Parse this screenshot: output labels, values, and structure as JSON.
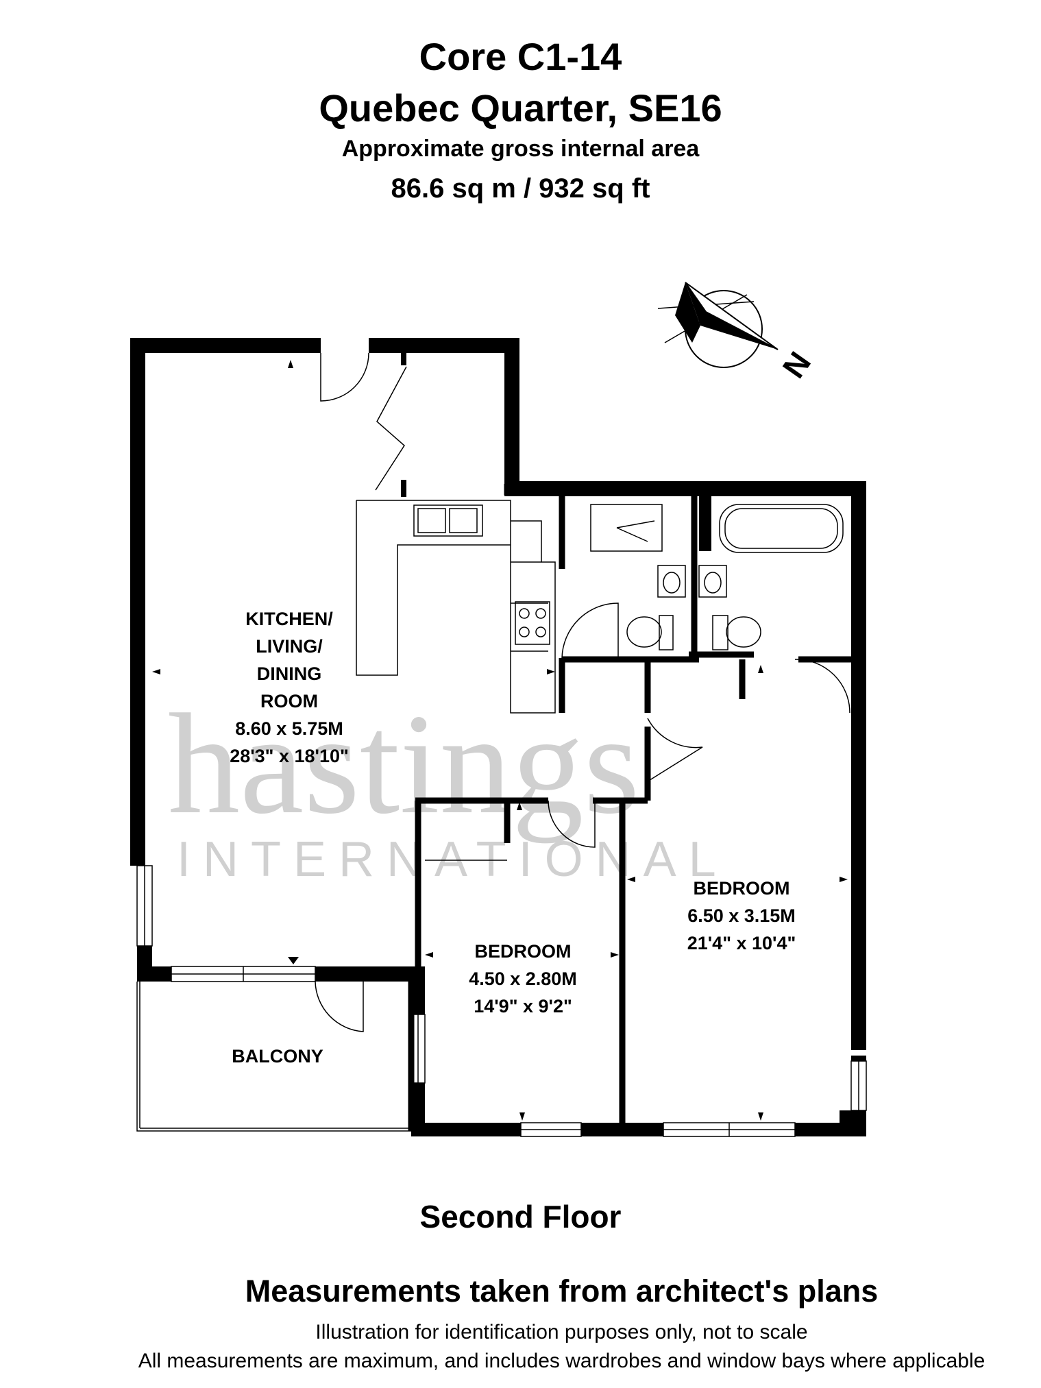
{
  "header": {
    "title": "Core C1-14",
    "subtitle": "Quebec Quarter, SE16",
    "area_caption": "Approximate gross internal area",
    "area_value": "86.6 sq m  / 932 sq ft"
  },
  "compass": {
    "label": "N"
  },
  "watermark": {
    "brand": "hastings",
    "sub": "INTERNATIONAL"
  },
  "rooms": {
    "kitchen": {
      "line1": "KITCHEN/",
      "line2": "LIVING/",
      "line3": "DINING",
      "line4": "ROOM",
      "metric": "8.60 x 5.75M",
      "imperial": "28'3\" x 18'10\""
    },
    "bedroom_left": {
      "name": "BEDROOM",
      "metric": "4.50 x 2.80M",
      "imperial": "14'9\" x 9'2\""
    },
    "bedroom_right": {
      "name": "BEDROOM",
      "metric": "6.50 x 3.15M",
      "imperial": "21'4\" x 10'4\""
    },
    "balcony": {
      "name": "BALCONY"
    }
  },
  "footer": {
    "floor": "Second Floor",
    "measure_note": "Measurements taken from architect's plans",
    "disclaimer1": "Illustration for identification purposes only, not to scale",
    "disclaimer2": "All measurements are maximum, and includes wardrobes and window bays where applicable"
  }
}
